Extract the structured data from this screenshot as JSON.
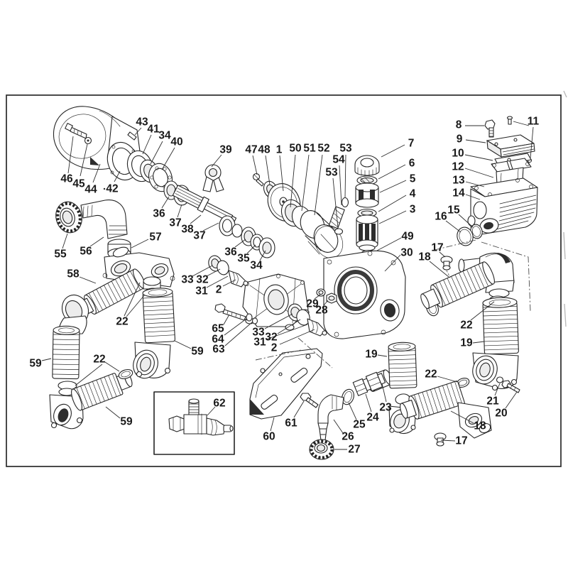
{
  "figure": {
    "type": "exploded-parts-diagram",
    "paper_color": "#ffffff",
    "ink_color": "#242424",
    "label_color": "#191919",
    "frame_color": "#2b2b2b",
    "shade_color": "#ececec",
    "dark_fill": "#2d2d2d"
  },
  "callouts": [
    {
      "label": "46"
    },
    {
      "label": "45"
    },
    {
      "label": "44"
    },
    {
      "label": "42"
    },
    {
      "label": "43"
    },
    {
      "label": "41"
    },
    {
      "label": "34"
    },
    {
      "label": "40"
    },
    {
      "label": "39"
    },
    {
      "label": "36"
    },
    {
      "label": "37"
    },
    {
      "label": "38"
    },
    {
      "label": "37"
    },
    {
      "label": "55"
    },
    {
      "label": "56"
    },
    {
      "label": "57"
    },
    {
      "label": "36"
    },
    {
      "label": "35"
    },
    {
      "label": "34"
    },
    {
      "label": "47"
    },
    {
      "label": "48"
    },
    {
      "label": "1"
    },
    {
      "label": "50"
    },
    {
      "label": "51"
    },
    {
      "label": "52"
    },
    {
      "label": "53"
    },
    {
      "label": "54"
    },
    {
      "label": "53"
    },
    {
      "label": "7"
    },
    {
      "label": "6"
    },
    {
      "label": "5"
    },
    {
      "label": "4"
    },
    {
      "label": "3"
    },
    {
      "label": "49"
    },
    {
      "label": "30"
    },
    {
      "label": "8"
    },
    {
      "label": "9"
    },
    {
      "label": "10"
    },
    {
      "label": "11"
    },
    {
      "label": "12"
    },
    {
      "label": "13"
    },
    {
      "label": "14"
    },
    {
      "label": "15"
    },
    {
      "label": "16"
    },
    {
      "label": "17"
    },
    {
      "label": "18"
    },
    {
      "label": "22"
    },
    {
      "label": "19"
    },
    {
      "label": "21"
    },
    {
      "label": "20"
    },
    {
      "label": "22"
    },
    {
      "label": "18"
    },
    {
      "label": "17"
    },
    {
      "label": "19"
    },
    {
      "label": "23"
    },
    {
      "label": "24"
    },
    {
      "label": "25"
    },
    {
      "label": "26"
    },
    {
      "label": "27"
    },
    {
      "label": "61"
    },
    {
      "label": "60"
    },
    {
      "label": "62"
    },
    {
      "label": "65"
    },
    {
      "label": "64"
    },
    {
      "label": "63"
    },
    {
      "label": "33"
    },
    {
      "label": "32"
    },
    {
      "label": "31"
    },
    {
      "label": "2"
    },
    {
      "label": "29"
    },
    {
      "label": "28"
    },
    {
      "label": "33"
    },
    {
      "label": "32"
    },
    {
      "label": "31"
    },
    {
      "label": "2"
    },
    {
      "label": "58"
    },
    {
      "label": "22"
    },
    {
      "label": "22"
    },
    {
      "label": "59"
    },
    {
      "label": "59"
    },
    {
      "label": "59"
    }
  ]
}
